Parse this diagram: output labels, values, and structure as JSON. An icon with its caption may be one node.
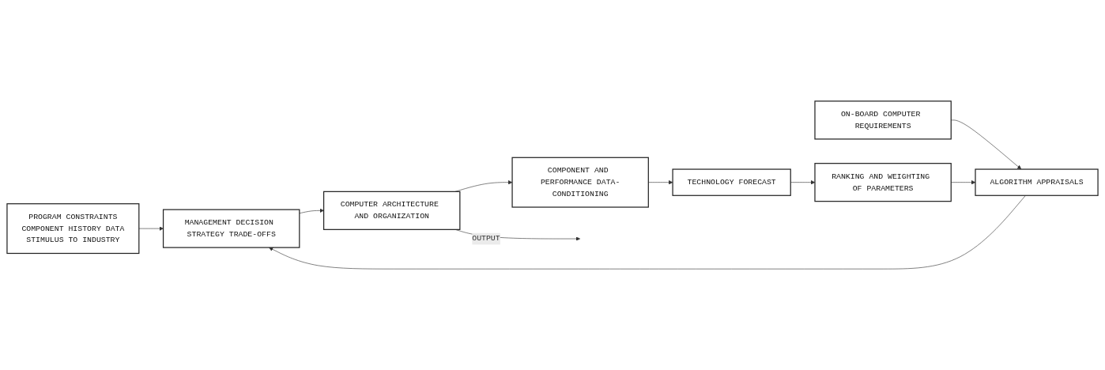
{
  "diagram": {
    "nodes": [
      {
        "text": [
          "PROGRAM CONSTRAINTS",
          "COMPONENT HISTORY DATA",
          "STIMULUS TO INDUSTRY"
        ]
      },
      {
        "text": [
          "ON-BOARD COMPUTER REQUIREMENTS"
        ]
      },
      {
        "text": [
          "ALGORITHM APPRAISALS"
        ]
      },
      {
        "text": [
          "MANAGEMENT DECISION STRATEGY TRADE-OFFS"
        ]
      },
      {
        "text": [
          "COMPUTER ARCHITECTURE AND ORGANIZATION"
        ]
      },
      {
        "text": [
          "RANKING AND WEIGHTING OF PARAMETERS"
        ]
      },
      {
        "text": [
          "TECHNOLOGY FORECAST"
        ]
      },
      {
        "text": [
          "COMPONENT AND PERFORMANCE DATA-CONDITIONING"
        ]
      }
    ],
    "edges": [
      {
        "from": 1,
        "to": 2,
        "arrow": "to"
      },
      {
        "from": 2,
        "to": 3,
        "arrow": "to"
      },
      {
        "from": 0,
        "to": 3,
        "arrow": "to"
      },
      {
        "from": 3,
        "to": 4,
        "arrow": "to"
      },
      {
        "from": 4,
        "to": null,
        "arrow": "to",
        "label": "OUTPUT"
      },
      {
        "from": 4,
        "to": 7,
        "arrow": "to"
      },
      {
        "from": 7,
        "to": 6,
        "arrow": "to"
      },
      {
        "from": 6,
        "to": 5,
        "arrow": "to"
      },
      {
        "from": 5,
        "to": 2,
        "arrow": "to"
      }
    ]
  }
}
